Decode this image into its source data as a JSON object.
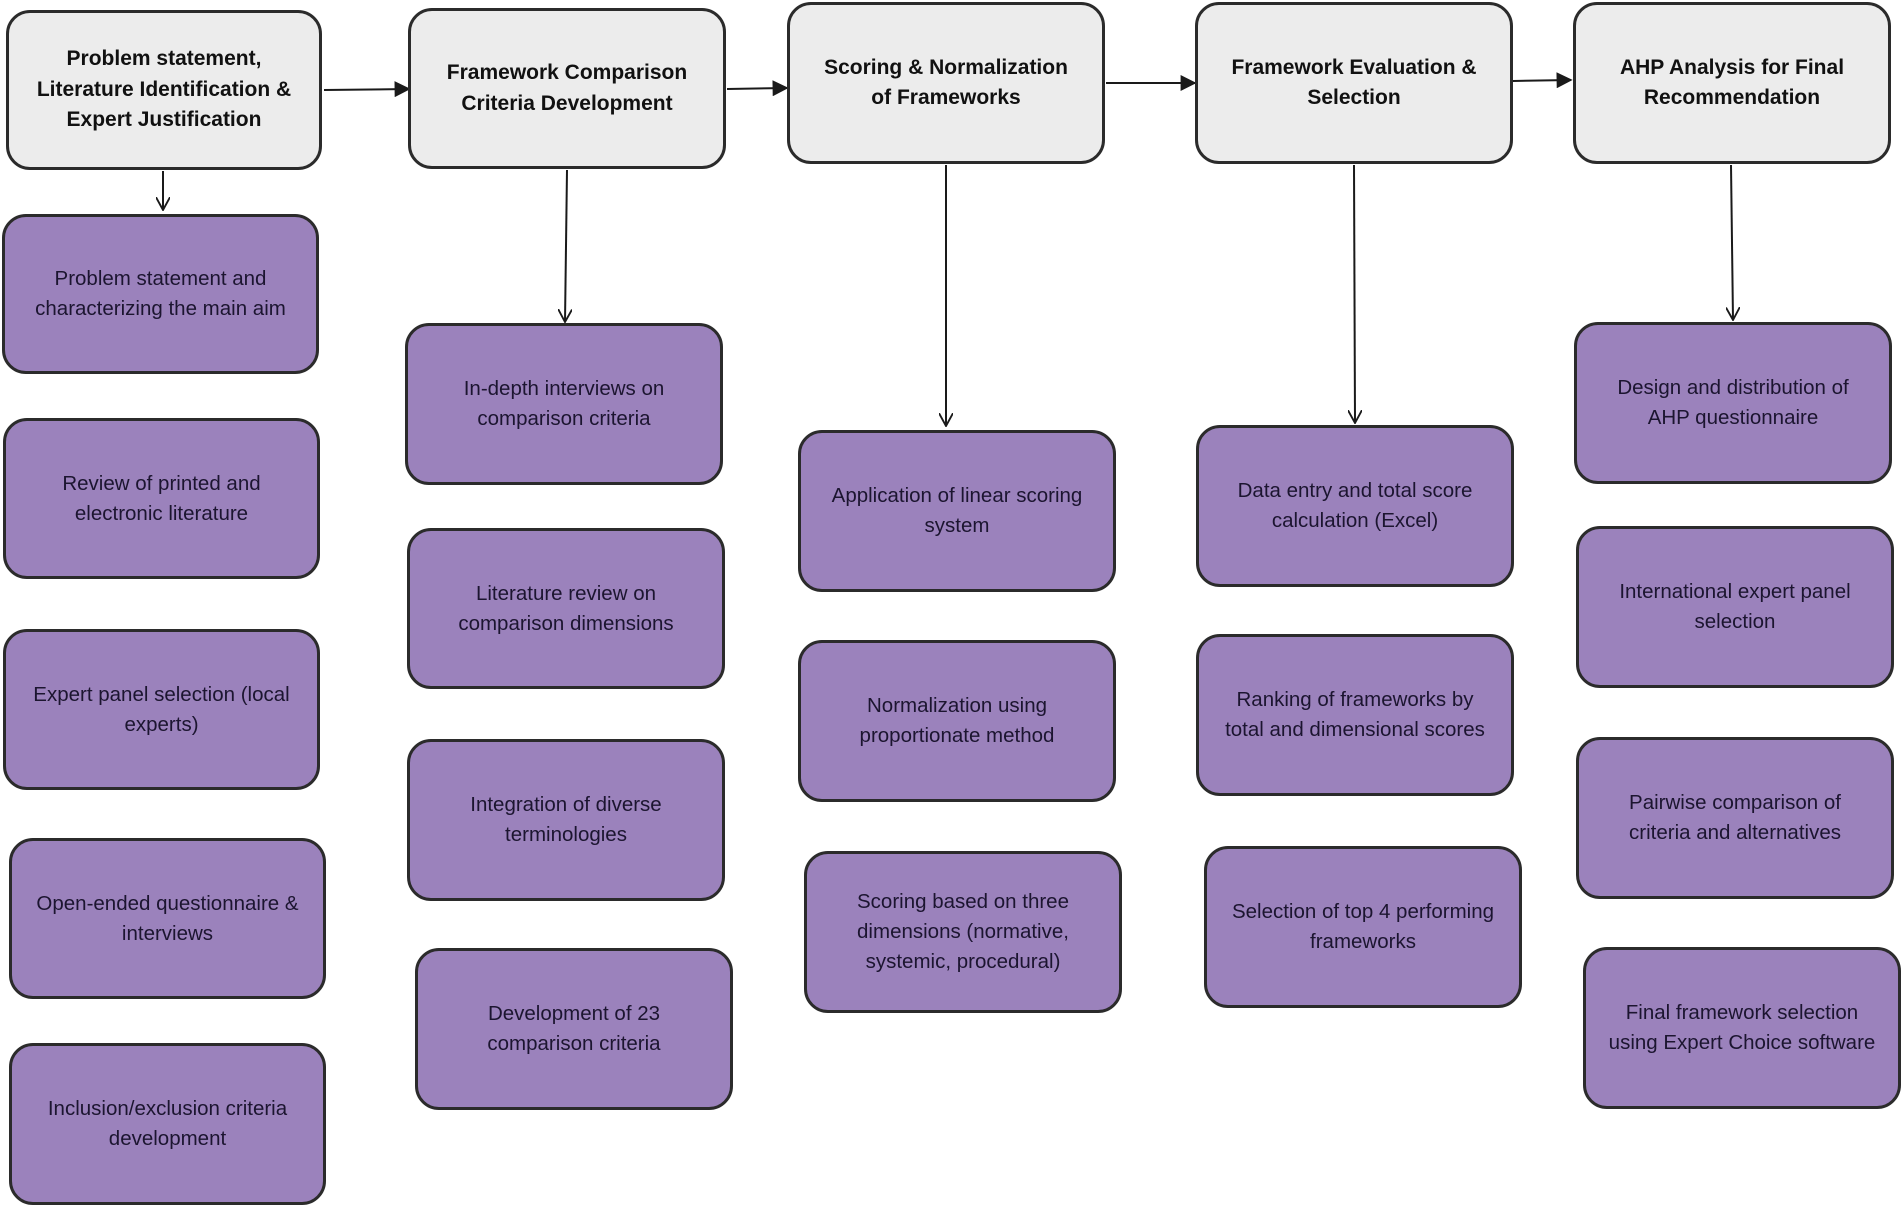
{
  "colors": {
    "stage_fill": "#ececec",
    "step_fill": "#9b82bc",
    "border": "#2b2b2b",
    "arrow": "#1a1a1a"
  },
  "stages": [
    {
      "title": "Problem statement, Literature Identification & Expert Justification",
      "steps": [
        "Problem statement and characterizing the main aim",
        "Review of printed and electronic literature",
        "Expert panel selection (local experts)",
        "Open-ended questionnaire & interviews",
        "Inclusion/exclusion criteria development"
      ]
    },
    {
      "title": "Framework Comparison Criteria Development",
      "steps": [
        "In-depth interviews on comparison criteria",
        "Literature review on comparison dimensions",
        "Integration of diverse terminologies",
        "Development of 23 comparison criteria"
      ]
    },
    {
      "title": "Scoring & Normalization of Frameworks",
      "steps": [
        "Application of linear scoring system",
        "Normalization using proportionate method",
        "Scoring based on three dimensions (normative, systemic, procedural)"
      ]
    },
    {
      "title": "Framework Evaluation & Selection",
      "steps": [
        "Data entry and total score calculation (Excel)",
        "Ranking of frameworks by total and dimensional scores",
        "Selection of top 4 performing frameworks"
      ]
    },
    {
      "title": "AHP Analysis for Final Recommendation",
      "steps": [
        "Design and distribution of AHP questionnaire",
        "International expert panel selection",
        "Pairwise comparison of criteria and alternatives",
        "Final framework selection using Expert Choice software"
      ]
    }
  ]
}
